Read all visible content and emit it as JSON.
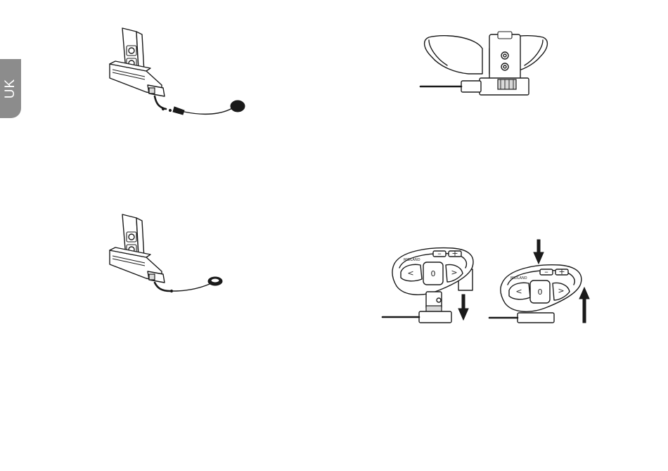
{
  "language_tab": {
    "label": "UK",
    "color": "#8c8c8c"
  },
  "figures": [
    {
      "id": "fig-boom-mic-base",
      "icon": "boom-microphone-mount-illustration"
    },
    {
      "id": "fig-helmet-clamp",
      "icon": "helmet-clamp-mount-illustration"
    },
    {
      "id": "fig-wired-mic-base",
      "icon": "wired-microphone-mount-illustration"
    },
    {
      "id": "fig-attach-detach",
      "icon": "intercom-attach-detach-illustration"
    }
  ],
  "device": {
    "buttons": {
      "left": "<",
      "center": "0",
      "right": ">",
      "minus": "–",
      "plus": "+"
    },
    "arrows": [
      "down-arrow-icon",
      "down-arrow-icon",
      "up-arrow-icon"
    ]
  }
}
